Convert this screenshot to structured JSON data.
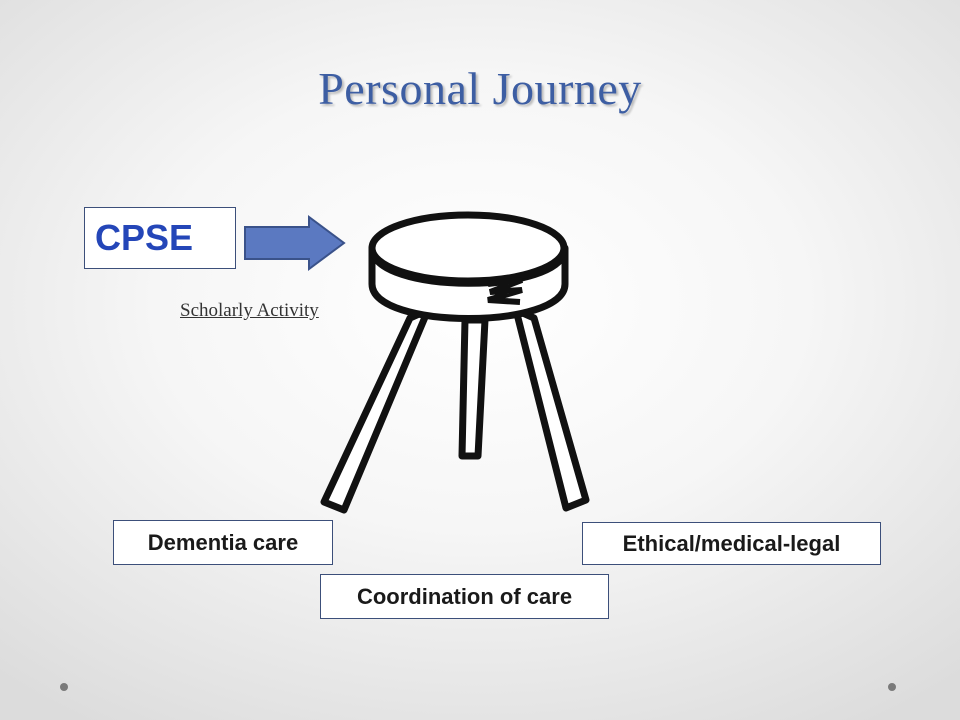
{
  "slide": {
    "title": "Personal Journey",
    "cpse_label": "CPSE",
    "scholarly_label": "Scholarly Activity",
    "legs": {
      "left": "Dementia care",
      "right": "Ethical/medical-legal",
      "center": "Coordination of care"
    }
  },
  "colors": {
    "title": "#3d5ea3",
    "cpse_text": "#2446b8",
    "arrow_fill": "#5b79c1",
    "arrow_stroke": "#3a528a"
  },
  "icons": {
    "arrow": "right-arrow-icon",
    "stool": "three-legged-stool-icon"
  }
}
